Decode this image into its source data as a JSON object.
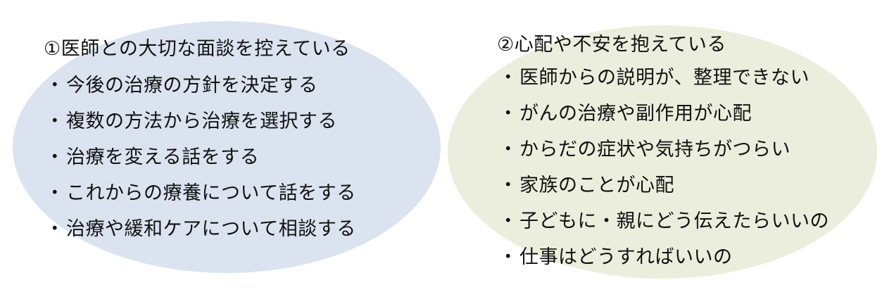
{
  "colors": {
    "left_fill": "#dbe3f0",
    "right_fill": "#ebeedd",
    "text": "#111111"
  },
  "bullet": "・",
  "left": {
    "heading": "①医師との大切な面談を控えている",
    "items": [
      "今後の治療の方針を決定する",
      "複数の方法から治療を選択する",
      "治療を変える話をする",
      "これからの療養について話をする",
      "治療や緩和ケアについて相談する"
    ]
  },
  "right": {
    "heading": "②心配や不安を抱えている",
    "items": [
      "医師からの説明が、整理できない",
      "がんの治療や副作用が心配",
      "からだの症状や気持ちがつらい",
      "家族のことが心配",
      "子どもに・親にどう伝えたらいいの",
      "仕事はどうすればいいの"
    ]
  }
}
